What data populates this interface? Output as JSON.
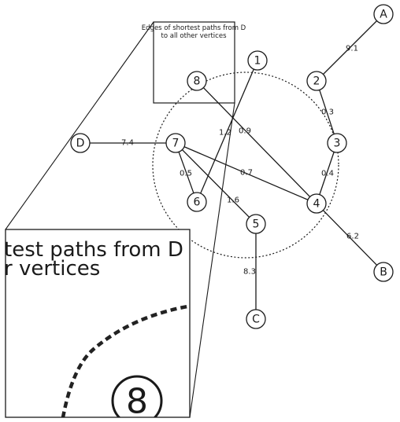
{
  "diagram": {
    "title_lines": [
      "Edges of shortest paths from D",
      "to all other vertices"
    ],
    "nodes": [
      {
        "id": "A",
        "label": "A"
      },
      {
        "id": "1",
        "label": "1"
      },
      {
        "id": "2",
        "label": "2"
      },
      {
        "id": "8",
        "label": "8"
      },
      {
        "id": "3",
        "label": "3"
      },
      {
        "id": "D",
        "label": "D"
      },
      {
        "id": "7",
        "label": "7"
      },
      {
        "id": "4",
        "label": "4"
      },
      {
        "id": "6",
        "label": "6"
      },
      {
        "id": "5",
        "label": "5"
      },
      {
        "id": "B",
        "label": "B"
      },
      {
        "id": "C",
        "label": "C"
      }
    ],
    "edges": [
      {
        "from": "A",
        "to": "2",
        "weight": "9.1"
      },
      {
        "from": "2",
        "to": "3",
        "weight": "0.3"
      },
      {
        "from": "3",
        "to": "4",
        "weight": "0.4"
      },
      {
        "from": "8",
        "to": "4",
        "weight": "0.9"
      },
      {
        "from": "1",
        "to": "6",
        "weight": "1.2"
      },
      {
        "from": "D",
        "to": "7",
        "weight": "7.4"
      },
      {
        "from": "7",
        "to": "6",
        "weight": "0.5"
      },
      {
        "from": "7",
        "to": "4",
        "weight": "0.7"
      },
      {
        "from": "7",
        "to": "5",
        "weight": "1.6"
      },
      {
        "from": "4",
        "to": "B",
        "weight": "6.2"
      },
      {
        "from": "5",
        "to": "C",
        "weight": "8.3"
      }
    ],
    "zoom": {
      "text_lines": [
        "test paths from D",
        "r vertices"
      ],
      "node_label": "8"
    }
  }
}
